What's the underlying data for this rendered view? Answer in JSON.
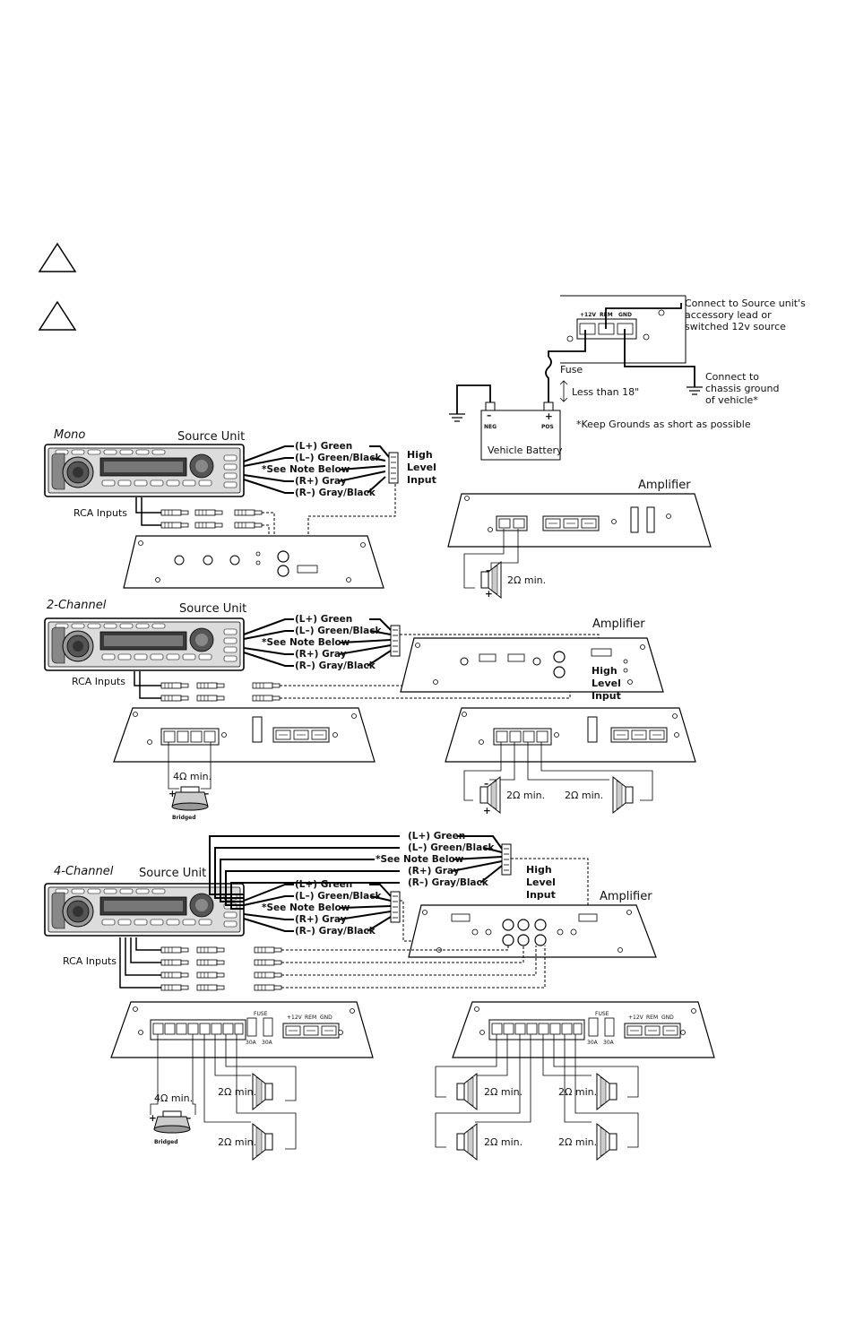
{
  "warnings": [
    {
      "icon": "warning-triangle-icon",
      "text": ""
    },
    {
      "icon": "warning-triangle-icon",
      "text": ""
    }
  ],
  "power": {
    "terminals": [
      "+12V",
      "REM",
      "GND"
    ],
    "accessory_note": [
      "Connect to Source unit's",
      "accessory lead or",
      "switched 12v source"
    ],
    "chassis_note": [
      "Connect to",
      "chassis ground",
      "of vehicle*"
    ],
    "fuse": "Fuse",
    "distance": "Less than 18\"",
    "neg": "NEG",
    "pos": "POS",
    "neg_sign": "–",
    "pos_sign": "+",
    "battery": "Vehicle Battery",
    "ground_note": "*Keep Grounds as short as possible"
  },
  "labels": {
    "source_unit": "Source Unit",
    "amplifier": "Amplifier",
    "rca_inputs": "RCA Inputs",
    "high_level_input": [
      "High",
      "Level",
      "Input"
    ],
    "bridged": "Bridged",
    "two_ohm": "2Ω min.",
    "four_ohm": "4Ω min.",
    "fuse_label": "FUSE",
    "fuse_a": "30A",
    "plus": "+",
    "minus": "–"
  },
  "wires": [
    "(L+) Green",
    "(L–) Green/Black",
    "*See Note Below",
    "(R+) Gray",
    "(R–) Gray/Black"
  ],
  "sections": {
    "mono": "Mono",
    "two_channel": "2-Channel",
    "four_channel": "4-Channel"
  }
}
